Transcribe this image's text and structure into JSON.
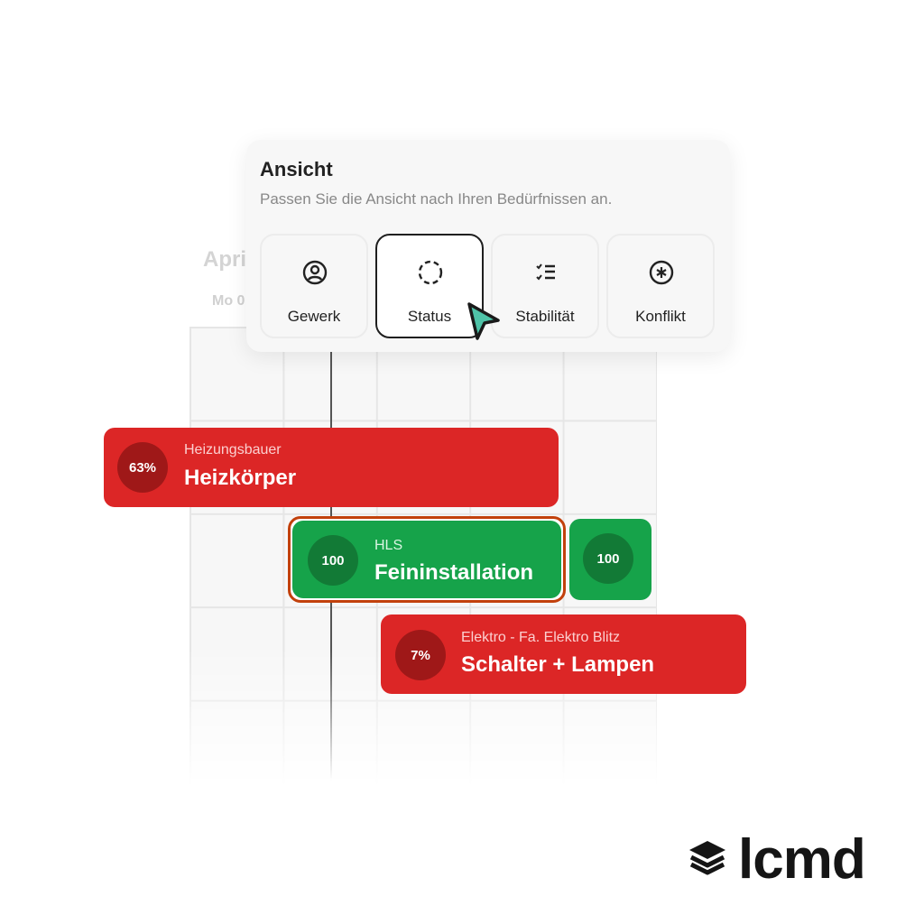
{
  "calendar": {
    "month": "April",
    "day": "Mo 0"
  },
  "view_panel": {
    "title": "Ansicht",
    "subtitle": "Passen Sie die Ansicht nach Ihren Bedürfnissen an.",
    "options": [
      {
        "label": "Gewerk",
        "icon": "user-circle-icon",
        "selected": false
      },
      {
        "label": "Status",
        "icon": "dashed-circle-icon",
        "selected": true
      },
      {
        "label": "Stabilität",
        "icon": "checklist-icon",
        "selected": false
      },
      {
        "label": "Konflikt",
        "icon": "asterisk-circle-icon",
        "selected": false
      }
    ]
  },
  "tasks": [
    {
      "trade": "Heizungsbauer",
      "name": "Heizkörper",
      "progress": "63%",
      "status_color": "#dc2626"
    },
    {
      "trade": "HLS",
      "name": "Feininstallation",
      "progress": "100",
      "status_color": "#16a34a"
    },
    {
      "progress": "100",
      "status_color": "#16a34a"
    },
    {
      "trade": "Elektro - Fa. Elektro Blitz",
      "name": "Schalter + Lampen",
      "progress": "7%",
      "status_color": "#dc2626"
    }
  ],
  "cursor_color": "#4fc3a8",
  "logo": {
    "text": "lcmd"
  }
}
